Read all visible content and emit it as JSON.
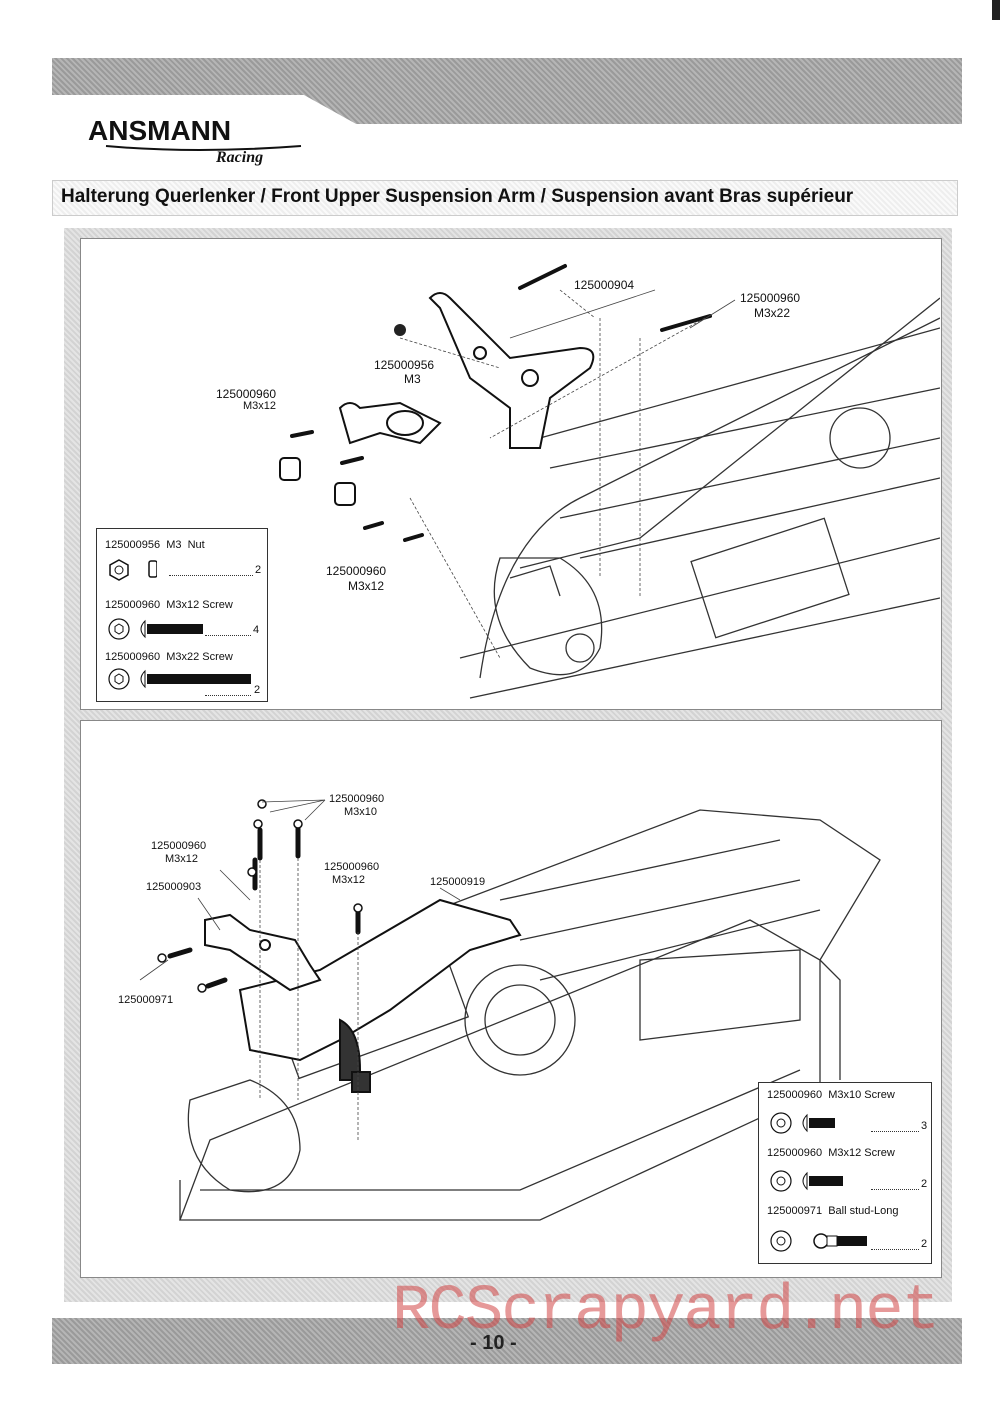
{
  "header": {
    "brand": "ANSMANN",
    "sub_brand": "Racing",
    "title": "Halterung Querlenker / Front Upper Suspension Arm / Suspension avant Bras supérieur"
  },
  "panel_top": {
    "labels": {
      "p904": "125000904",
      "p960_a": "125000960",
      "p960_a_size": "M3x22",
      "p956": "125000956",
      "p956_size": "M3",
      "p960_b": "125000960",
      "p960_b_size": "M3x12",
      "p960_c": "125000960",
      "p960_c_size": "M3x12"
    },
    "legend": [
      {
        "part": "125000956",
        "size": "M3",
        "desc": "Nut",
        "qty": "2"
      },
      {
        "part": "125000960",
        "size": "M3x12",
        "desc": "Screw",
        "qty": "4"
      },
      {
        "part": "125000960",
        "size": "M3x22",
        "desc": "Screw",
        "qty": "2"
      }
    ]
  },
  "panel_bottom": {
    "labels": {
      "p960_a": "125000960",
      "p960_a_size": "M3x10",
      "p960_b": "125000960",
      "p960_b_size": "M3x12",
      "p960_c": "125000960",
      "p960_c_size": "M3x12",
      "p903": "125000903",
      "p919": "125000919",
      "p971": "125000971"
    },
    "legend": [
      {
        "part": "125000960",
        "size": "M3x10",
        "desc": "Screw",
        "qty": "3"
      },
      {
        "part": "125000960",
        "size": "M3x12",
        "desc": "Screw",
        "qty": "2"
      },
      {
        "part": "125000971",
        "size": "",
        "desc": "Ball stud-Long",
        "qty": "2"
      }
    ]
  },
  "footer": {
    "page": "- 10 -",
    "watermark": "RCScrapyard.net"
  }
}
